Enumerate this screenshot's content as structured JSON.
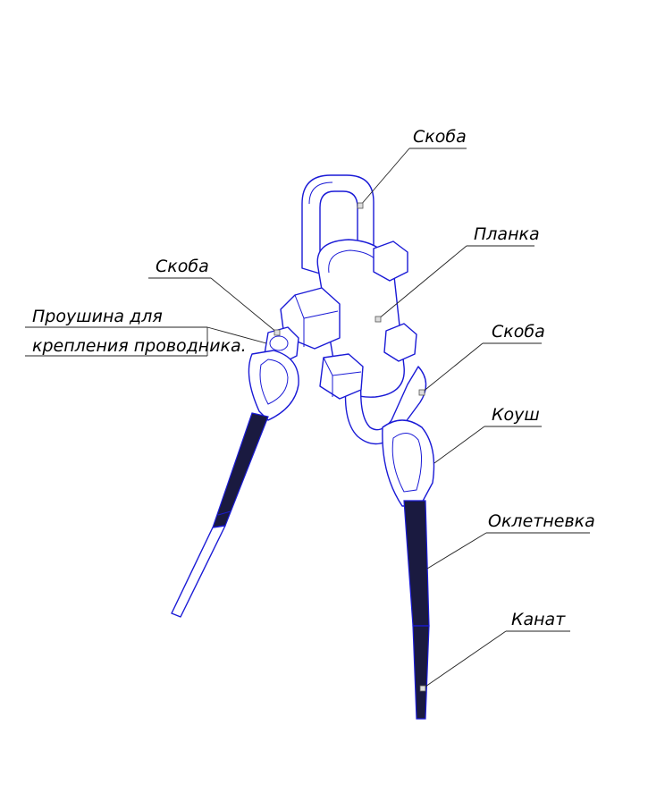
{
  "callouts": {
    "skoba_top": "Скоба",
    "planka": "Планка",
    "skoba_left": "Скоба",
    "proushina_line1": "Проушина для",
    "proushina_line2": "крепления проводника.",
    "skoba_right": "Скоба",
    "koush": "Коуш",
    "okletnevka": "Оклетневка",
    "kanat": "Канат"
  },
  "colors": {
    "outline": "#1a1ad6",
    "leader": "#222222",
    "text": "#000000"
  }
}
